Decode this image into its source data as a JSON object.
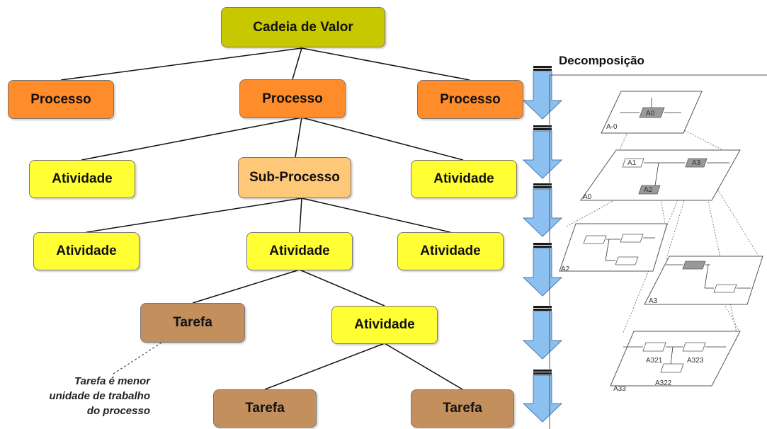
{
  "hierarchy": {
    "root": {
      "label": "Cadeia de Valor",
      "color": "#c8c800"
    },
    "processes": [
      {
        "label": "Processo",
        "color": "#ff8c2a"
      },
      {
        "label": "Processo",
        "color": "#ff8c2a"
      },
      {
        "label": "Processo",
        "color": "#ff8c2a"
      }
    ],
    "level2": [
      {
        "label": "Atividade",
        "color": "#ffff33"
      },
      {
        "label": "Sub-Processo",
        "color": "#ffc878"
      },
      {
        "label": "Atividade",
        "color": "#ffff33"
      }
    ],
    "level3": [
      {
        "label": "Atividade",
        "color": "#ffff33"
      },
      {
        "label": "Atividade",
        "color": "#ffff33"
      },
      {
        "label": "Atividade",
        "color": "#ffff33"
      }
    ],
    "level4": [
      {
        "label": "Tarefa",
        "color": "#c38f5d"
      },
      {
        "label": "Atividade",
        "color": "#ffff33"
      }
    ],
    "level5": [
      {
        "label": "Tarefa",
        "color": "#c38f5d"
      },
      {
        "label": "Tarefa",
        "color": "#c38f5d"
      }
    ]
  },
  "note": {
    "lines": [
      "Tarefa é menor",
      "unidade de trabalho",
      "do processo"
    ]
  },
  "decomposition": {
    "label": "Decomposição",
    "arrow_color": "#8cc0f0",
    "planes": [
      {
        "labels": [
          "A-0",
          "A0"
        ]
      },
      {
        "labels": [
          "A0",
          "A1",
          "A2",
          "A3"
        ]
      },
      {
        "labels": [
          "A2"
        ]
      },
      {
        "labels": [
          "A3"
        ]
      },
      {
        "labels": [
          "A321",
          "A322",
          "A323",
          "A33"
        ]
      }
    ]
  }
}
